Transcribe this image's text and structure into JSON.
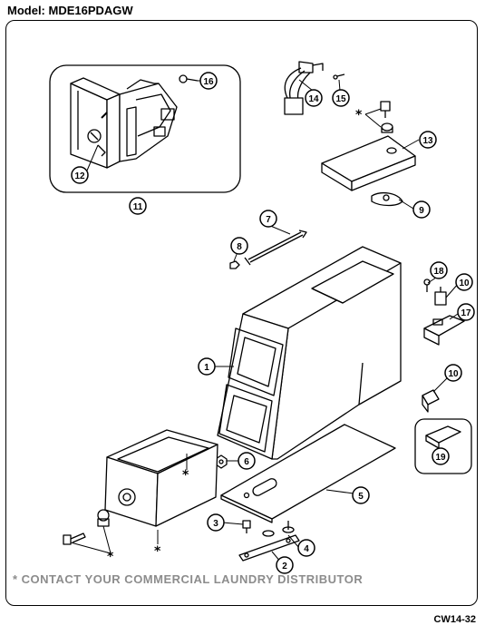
{
  "header": {
    "model_label": "Model:  MDE16PDAGW"
  },
  "callouts": {
    "c1": "1",
    "c2": "2",
    "c3": "3",
    "c4": "4",
    "c5": "5",
    "c6": "6",
    "c7": "7",
    "c8": "8",
    "c9": "9",
    "c10a": "10",
    "c10b": "10",
    "c11": "11",
    "c12": "12",
    "c13": "13",
    "c14": "14",
    "c15": "15",
    "c16": "16",
    "c17": "17",
    "c18": "18",
    "c19": "19"
  },
  "markers": {
    "asterisk": "*"
  },
  "footer": {
    "note": "*  CONTACT YOUR COMMERCIAL LAUNDRY DISTRIBUTOR",
    "doc_id": "CW14-32"
  }
}
